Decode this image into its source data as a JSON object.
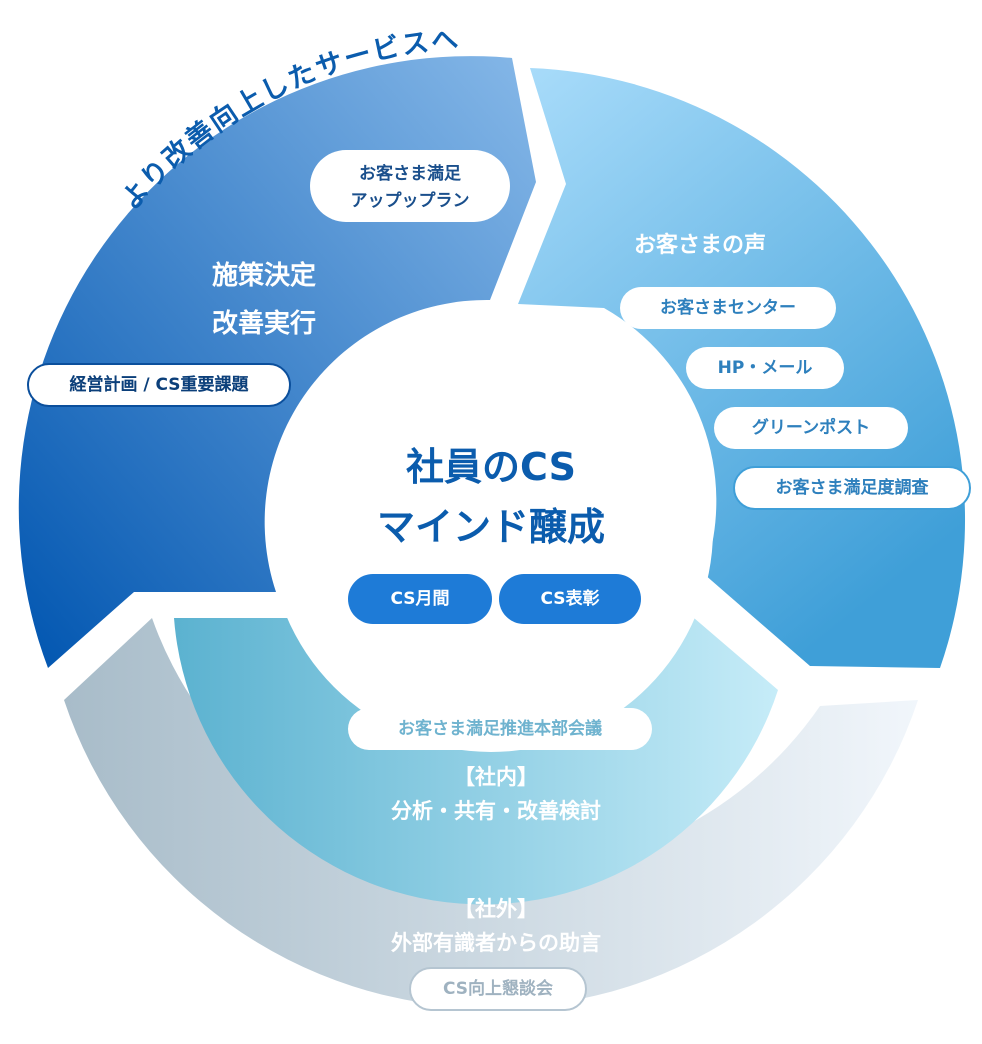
{
  "arc_text": "より改善向上したサービスへ",
  "plan": {
    "pill": [
      "お客さま満足",
      "アップップラン"
    ],
    "title": [
      "施策決定",
      "改善実行"
    ],
    "tag": "経営計画 / CS重要課題"
  },
  "voice": {
    "title": "お客さまの声",
    "items": [
      "お客さまセンター",
      "HP・メール",
      "グリーンポスト",
      "お客さま満足度調査"
    ]
  },
  "center": {
    "title": [
      "社員のCS",
      "マインド醸成"
    ],
    "buttons": [
      "CS月間",
      "CS表彰"
    ]
  },
  "internal": {
    "pill": "お客さま満足推進本部会議",
    "title": [
      "【社内】",
      "分析・共有・改善検討"
    ]
  },
  "external": {
    "title": [
      "【社外】",
      "外部有識者からの助言"
    ],
    "pill": "CS向上懇談会"
  },
  "colors": {
    "plan_dark": "#0055b0",
    "plan_light": "#86b8e8",
    "voice_light": "#a9dcfa",
    "voice_dark": "#3f9fd8",
    "internal_dark": "#5bb2d0",
    "internal_light": "#c6ecf8",
    "external_dark": "#a8bcc9",
    "external_light": "#f1f6fb",
    "center_text": "#0b5cad",
    "center_button": "#1e7bd7",
    "arc_text": "#0b5cad"
  }
}
